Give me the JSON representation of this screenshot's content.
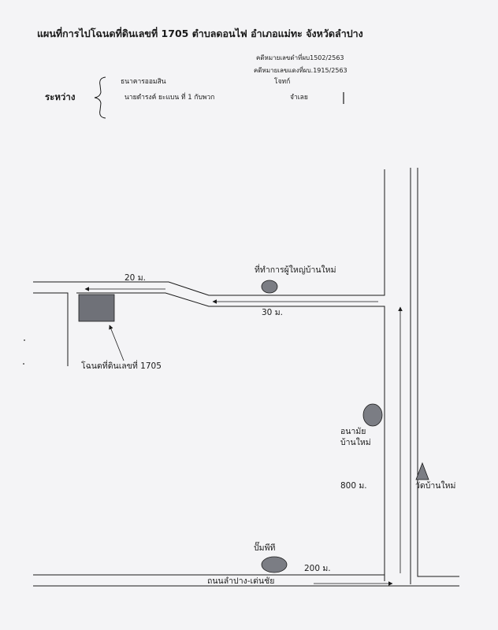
{
  "header": {
    "title": "แผนที่การไปโฉนดที่ดินเลขที่ 1705  ตำบลดอนไฟ อำเภอแม่ทะ  จังหวัดลำปาง",
    "case_ref_1": "คดีหมายเลขดำที่ผบ1502/2563",
    "case_ref_2": "คดีหมายเลขแดงที่ผบ.1915/2563",
    "between_label": "ระหว่าง",
    "party_bank": "ธนาคารออมสิน",
    "plaintiff_label": "โจทก์",
    "party_person": "นายดำรงค์  ยะแบน  ที่ 1 กับพวก",
    "defendant_label": "จำเลย"
  },
  "map": {
    "headman_office": "ที่ทำการผู้ใหญ่บ้านใหม่",
    "dist_20m": "20 ม.",
    "dist_30m": "30 ม.",
    "land_plot": "โฉนดที่ดินเลขที่ 1705",
    "health_center_line1": "อนามัย",
    "health_center_line2": "บ้านใหม่",
    "dist_800m": "800 ม.",
    "temple": "วัดบ้านใหม่",
    "pump_station": "ปั๊มพีที",
    "dist_200m": "200 ม.",
    "main_road": "ถนนลำปาง-เด่นชัย"
  },
  "colors": {
    "ink": "#1a1a1a",
    "marker_fill": "#7b7d84",
    "plot_fill": "#6f7178"
  }
}
